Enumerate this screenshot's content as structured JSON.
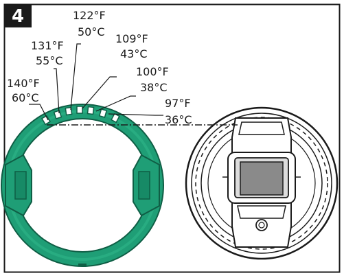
{
  "step": {
    "number": "4"
  },
  "temperature_labels": [
    {
      "fahrenheit": "140°F",
      "celsius": "60°C"
    },
    {
      "fahrenheit": "131°F",
      "celsius": "55°C"
    },
    {
      "fahrenheit": "122°F",
      "celsius": "50°C"
    },
    {
      "fahrenheit": "109°F",
      "celsius": "43°C"
    },
    {
      "fahrenheit": "100°F",
      "celsius": "38°C"
    },
    {
      "fahrenheit": "97°F",
      "celsius": "36°C"
    }
  ],
  "colors": {
    "ring_green": "#1f9e76",
    "ring_dark": "#0f5e45",
    "line": "#1a1a1a",
    "gray_block": "#8a8a8a"
  }
}
